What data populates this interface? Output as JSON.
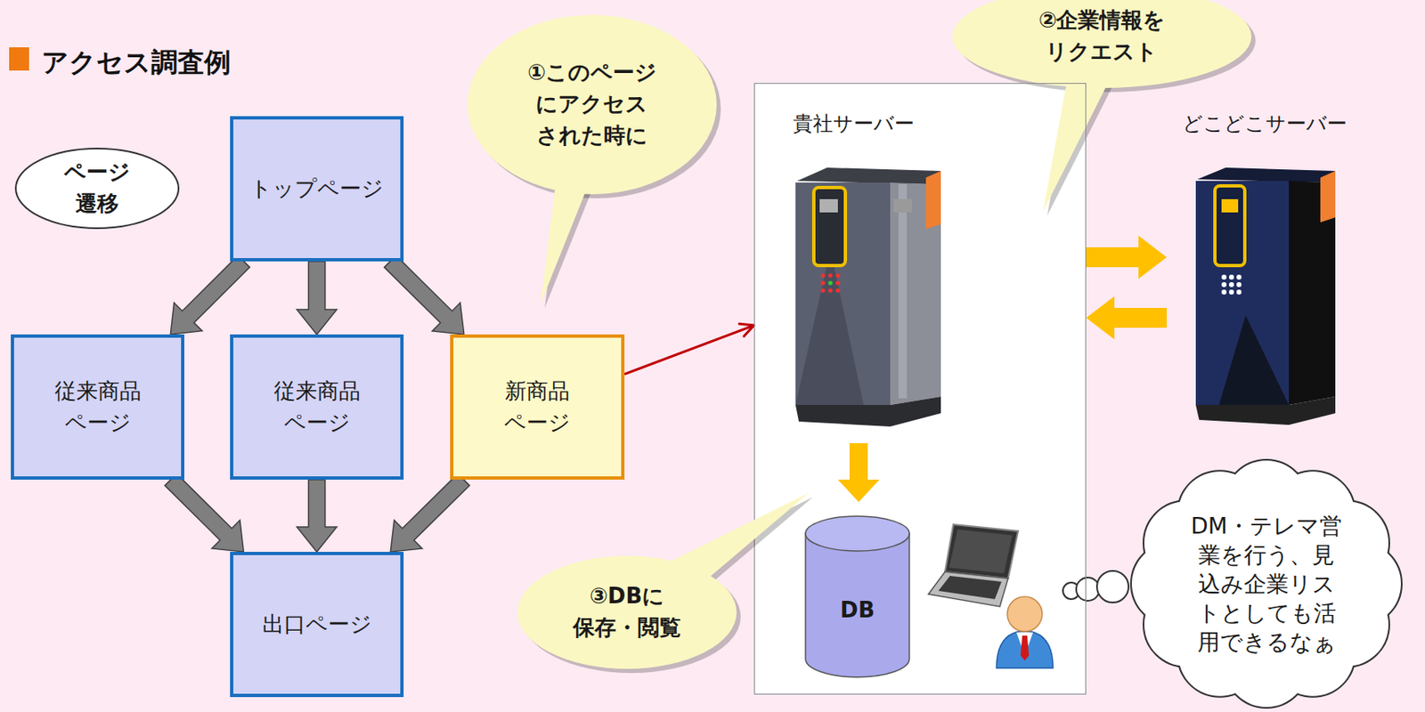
{
  "diagram": {
    "title": "アクセス調査例",
    "nodes": [
      {
        "text": [
          "ページ 遷移"
        ]
      },
      {
        "text": [
          "トップページ"
        ]
      },
      {
        "text": [
          "①このページ にアクセス された時に"
        ]
      },
      {
        "text": [
          "②企業情報を リクエスト"
        ]
      },
      {
        "text": [
          "貴社サーバー"
        ]
      },
      {
        "text": [
          "DB"
        ],
        "in": 4
      },
      {
        "text": [
          "どこどこサーバー"
        ]
      },
      {
        "text": [
          "従来商品 ページ"
        ]
      },
      {
        "text": [
          "従来商品 ページ"
        ]
      },
      {
        "text": [
          "新商品 ページ"
        ]
      },
      {
        "text": [
          "出口ページ"
        ]
      },
      {
        "text": [
          "③DBに 保存・閲覧"
        ]
      },
      {
        "text": [
          "DM・テレマ営 業を行う、見 込み企業リス トとしても活 用できるなぁ"
        ]
      }
    ],
    "edges": [
      {
        "from": 1,
        "to": 7,
        "arrow": "to"
      },
      {
        "from": 1,
        "to": 8,
        "arrow": "to"
      },
      {
        "from": 1,
        "to": 9,
        "arrow": "to"
      },
      {
        "from": 7,
        "to": 10,
        "arrow": "to"
      },
      {
        "from": 8,
        "to": 10,
        "arrow": "to"
      },
      {
        "from": 9,
        "to": 10,
        "arrow": "to"
      },
      {
        "from": 9,
        "to": 4,
        "arrow": "to"
      },
      {
        "from": 4,
        "to": 6,
        "arrow": "to"
      },
      {
        "from": 6,
        "to": 4,
        "arrow": "to"
      }
    ]
  }
}
